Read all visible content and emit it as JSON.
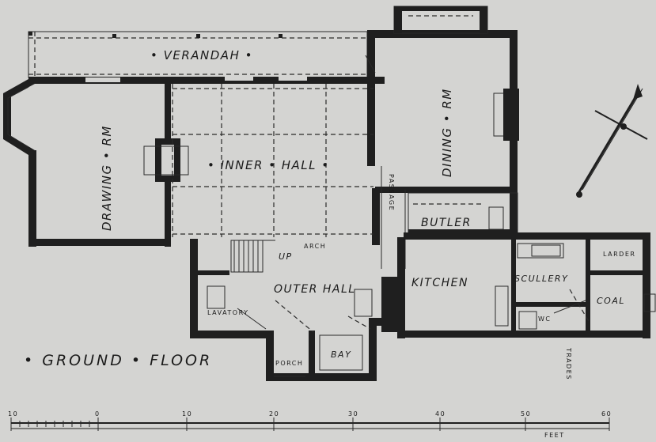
{
  "plan": {
    "title": "• GROUND • FLOOR",
    "rooms": {
      "verandah": "• VERANDAH •",
      "drawing_rm": "DRAWING • RM",
      "inner_hall": "• INNER • HALL •",
      "dining_rm": "DINING • RM",
      "butler": "BUTLER",
      "passage": "PASSAGE",
      "arch": "ARCH",
      "up": "UP",
      "outer_hall": "OUTER HALL",
      "kitchen": "KITCHEN",
      "scullery": "SCULLERY",
      "larder": "LARDER",
      "coal": "COAL",
      "wc": "WC",
      "lavatory": "LAVATORY",
      "porch": "PORCH",
      "bay": "BAY",
      "trades": "TRADES"
    },
    "scale": {
      "ticks": [
        "10",
        "0",
        "10",
        "20",
        "30",
        "40",
        "50",
        "60"
      ],
      "unit": "FEET"
    }
  }
}
